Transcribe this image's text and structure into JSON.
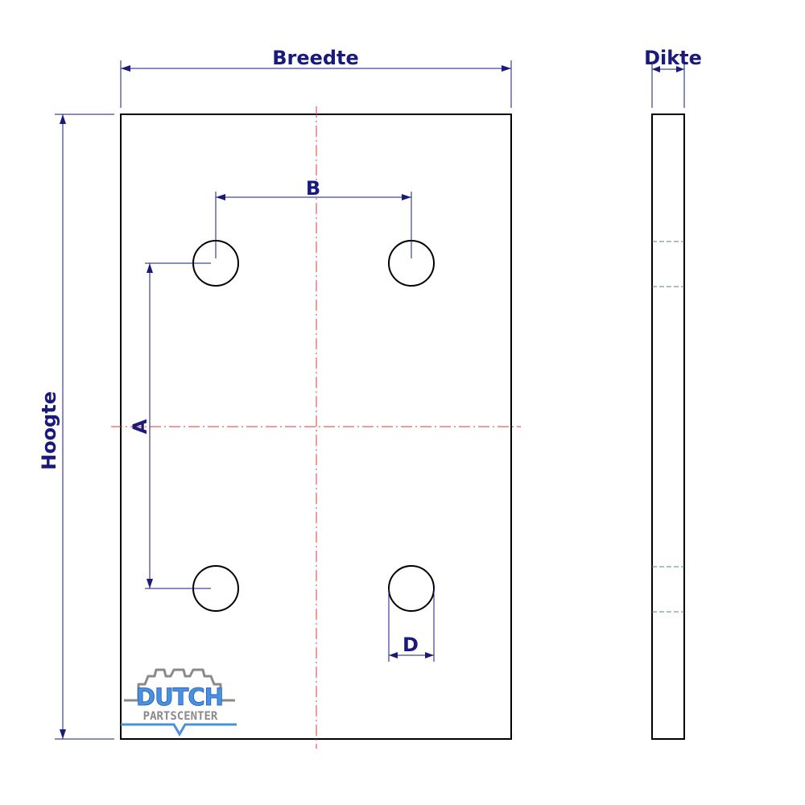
{
  "labels": {
    "width": "Breedte",
    "height": "Hoogte",
    "thickness": "Dikte",
    "hole_vertical_spacing": "A",
    "hole_horizontal_spacing": "B",
    "hole_diameter": "D"
  },
  "logo": {
    "line1": "DUTCH",
    "line2": "PARTSCENTER"
  },
  "colors": {
    "dimension": "#1a1a7a",
    "outline": "#000000",
    "centerline": "#e03a3a",
    "hidden": "#4a8a8a",
    "logo_blue": "#4a90e2",
    "logo_gray": "#8a8a8a"
  }
}
